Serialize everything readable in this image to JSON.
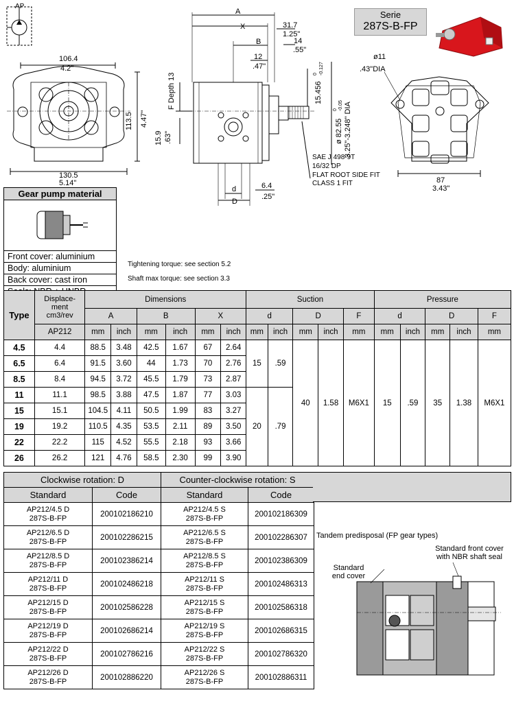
{
  "symbol_label": "AP",
  "serie": {
    "label": "Serie",
    "code": "287S-B-FP"
  },
  "front_view": {
    "dim_top_mm": "106.4",
    "dim_top_in": "4.2\"",
    "dim_side_mm": "113.5",
    "dim_side_in": "4.47\"",
    "dim_bottom_mm": "130.5",
    "dim_bottom_in": "5.14\""
  },
  "side_view": {
    "A": "A",
    "X": "X",
    "B": "B",
    "d": "d",
    "D": "D",
    "val_31_7": "31.7",
    "val_1_25": "1.25\"",
    "val_14": "14",
    "val_55": ".55\"",
    "val_12": "12",
    "val_47": ".47\"",
    "f_depth": "F Depth 13",
    "val_15_9": "15.9",
    "val_63": ".63\"",
    "val_6_4": "6.4",
    "val_25": ".25\"",
    "shaft_dim": "15.456",
    "shaft_tol_top": "0",
    "shaft_tol_bot": "-0.127",
    "dia_dim": "ø 82.55",
    "dia_tol_top": "0",
    "dia_tol_bot": "-0.05",
    "dia_in": "3.25\"-3.248\" DIA",
    "spline": [
      "SAE J 498-9T",
      "16/32 DP",
      "FLAT ROOT SIDE FIT",
      "CLASS 1 FIT"
    ]
  },
  "rear_view": {
    "hole_mm": "ø11",
    "hole_in": ".43\"DIA",
    "width_mm": "87",
    "width_in": "3.43\""
  },
  "material": {
    "title": "Gear pump material",
    "rows": [
      "Front cover: aluminium",
      "Body: aluminium",
      "Back cover: cast iron",
      "Seals: NBR + HNBR"
    ]
  },
  "notes": {
    "tightening": "Tightening torque: see section 5.2",
    "shaft": "Shaft max torque: see section 3.3"
  },
  "spec_table": {
    "h_type": "Type",
    "h_disp": [
      "Displace-",
      "ment",
      "cm3/rev"
    ],
    "h_dimensions": "Dimensions",
    "h_suction": "Suction",
    "h_pressure": "Pressure",
    "h_ap212": "AP212",
    "h_A": "A",
    "h_B": "B",
    "h_X": "X",
    "h_d": "d",
    "h_D": "D",
    "h_F": "F",
    "u_mm": "mm",
    "u_inch": "inch",
    "rows": [
      {
        "type": "4.5",
        "disp": "4.4",
        "A_mm": "88.5",
        "A_in": "3.48",
        "B_mm": "42.5",
        "B_in": "1.67",
        "X_mm": "67",
        "X_in": "2.64"
      },
      {
        "type": "6.5",
        "disp": "6.4",
        "A_mm": "91.5",
        "A_in": "3.60",
        "B_mm": "44",
        "B_in": "1.73",
        "X_mm": "70",
        "X_in": "2.76"
      },
      {
        "type": "8.5",
        "disp": "8.4",
        "A_mm": "94.5",
        "A_in": "3.72",
        "B_mm": "45.5",
        "B_in": "1.79",
        "X_mm": "73",
        "X_in": "2.87"
      },
      {
        "type": "11",
        "disp": "11.1",
        "A_mm": "98.5",
        "A_in": "3.88",
        "B_mm": "47.5",
        "B_in": "1.87",
        "X_mm": "77",
        "X_in": "3.03"
      },
      {
        "type": "15",
        "disp": "15.1",
        "A_mm": "104.5",
        "A_in": "4.11",
        "B_mm": "50.5",
        "B_in": "1.99",
        "X_mm": "83",
        "X_in": "3.27"
      },
      {
        "type": "19",
        "disp": "19.2",
        "A_mm": "110.5",
        "A_in": "4.35",
        "B_mm": "53.5",
        "B_in": "2.11",
        "X_mm": "89",
        "X_in": "3.50"
      },
      {
        "type": "22",
        "disp": "22.2",
        "A_mm": "115",
        "A_in": "4.52",
        "B_mm": "55.5",
        "B_in": "2.18",
        "X_mm": "93",
        "X_in": "3.66"
      },
      {
        "type": "26",
        "disp": "26.2",
        "A_mm": "121",
        "A_in": "4.76",
        "B_mm": "58.5",
        "B_in": "2.30",
        "X_mm": "99",
        "X_in": "3.90"
      }
    ],
    "suction_group1": {
      "d_mm": "15",
      "d_in": ".59"
    },
    "suction_group2": {
      "d_mm": "20",
      "d_in": ".79"
    },
    "suction_D_mm": "40",
    "suction_D_in": "1.58",
    "suction_F": "M6X1",
    "pressure": {
      "d_mm": "15",
      "d_in": ".59",
      "D_mm": "35",
      "D_in": "1.38",
      "F": "M6X1"
    }
  },
  "order_table": {
    "h_cw": "Clockwise rotation: D",
    "h_ccw": "Counter-clockwise rotation: S",
    "h_standard": "Standard",
    "h_code": "Code",
    "series_line": "287S-B-FP",
    "rows": [
      {
        "cw_std": "AP212/4.5 D",
        "cw_code": "200102186210",
        "ccw_std": "AP212/4.5 S",
        "ccw_code": "200102186309"
      },
      {
        "cw_std": "AP212/6.5 D",
        "cw_code": "200102286215",
        "ccw_std": "AP212/6.5 S",
        "ccw_code": "200102286307"
      },
      {
        "cw_std": "AP212/8.5 D",
        "cw_code": "200102386214",
        "ccw_std": "AP212/8.5 S",
        "ccw_code": "200102386309"
      },
      {
        "cw_std": "AP212/11 D",
        "cw_code": "200102486218",
        "ccw_std": "AP212/11 S",
        "ccw_code": "200102486313"
      },
      {
        "cw_std": "AP212/15 D",
        "cw_code": "200102586228",
        "ccw_std": "AP212/15 S",
        "ccw_code": "200102586318"
      },
      {
        "cw_std": "AP212/19 D",
        "cw_code": "200102686214",
        "ccw_std": "AP212/19 S",
        "ccw_code": "200102686315"
      },
      {
        "cw_std": "AP212/22 D",
        "cw_code": "200102786216",
        "ccw_std": "AP212/22 S",
        "ccw_code": "200102786320"
      },
      {
        "cw_std": "AP212/26 D",
        "cw_code": "200102886220",
        "ccw_std": "AP212/26 S",
        "ccw_code": "200102886311"
      }
    ]
  },
  "tandem": {
    "title": "Tandem predisposal (FP gear types)",
    "label_end": [
      "Standard",
      "end cover"
    ],
    "label_front": [
      "Standard front cover",
      "with NBR shaft seal"
    ]
  },
  "colors": {
    "header_gray": "#d7d7d7",
    "pump_red": "#d8161c",
    "section_hatch": "#555555"
  }
}
